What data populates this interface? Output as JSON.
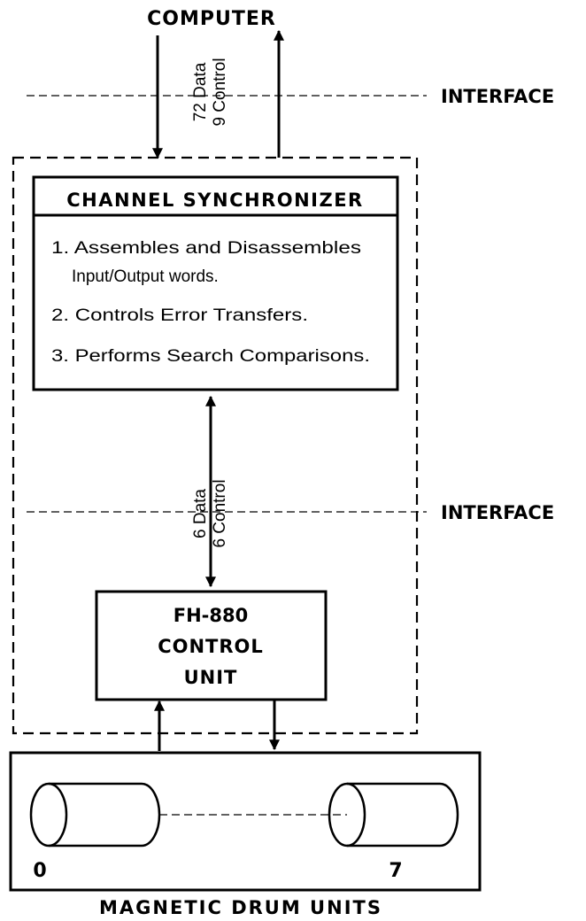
{
  "labels": {
    "computer": "COMPUTER",
    "interface_top": "INTERFACE",
    "interface_mid": "INTERFACE",
    "top_bus_data": "72 Data",
    "top_bus_control": "9 Control",
    "mid_bus_data": "6 Data",
    "mid_bus_control": "6 Control",
    "footer": "MAGNETIC DRUM UNITS"
  },
  "channel_synchronizer": {
    "title": "CHANNEL SYNCHRONIZER",
    "functions": [
      {
        "line1": "1.  Assembles and Disassembles",
        "line2": "Input/Output words."
      },
      {
        "line1": "2.  Controls Error Transfers."
      },
      {
        "line1": "3.  Performs Search Comparisons."
      }
    ]
  },
  "control_unit": {
    "line1": "FH-880",
    "line2": "CONTROL",
    "line3": "UNIT"
  },
  "drums": {
    "first_label": "0",
    "last_label": "7"
  }
}
